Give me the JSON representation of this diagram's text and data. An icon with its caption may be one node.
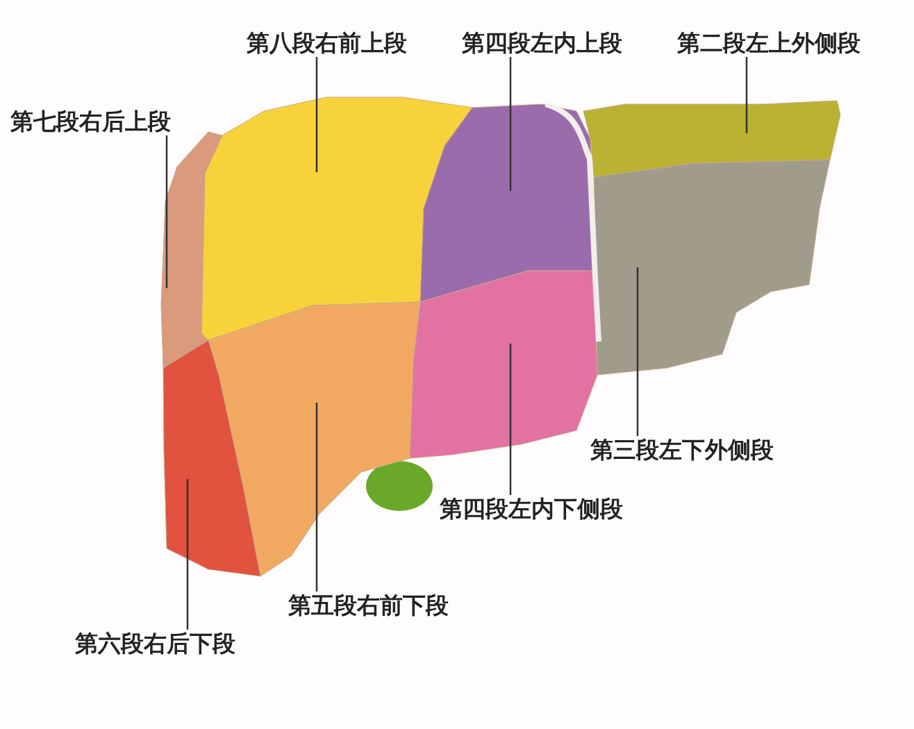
{
  "diagram": {
    "nodes": [
      {
        "text": [
          "第八段右前上段"
        ]
      },
      {
        "text": [
          "第四段左内上段"
        ]
      },
      {
        "text": [
          "第二段左上外侧段"
        ]
      },
      {
        "text": [
          "第七段右后上段"
        ]
      },
      {
        "text": [
          "第三段左下外侧段"
        ]
      },
      {
        "text": [
          "第四段左内下侧段"
        ]
      },
      {
        "text": [
          "第五段右前下段"
        ]
      },
      {
        "text": [
          "第六段右后下段"
        ]
      },
      {
        "text": [],
        "shape": "picture"
      },
      {
        "text": [],
        "shape": "picture"
      },
      {
        "text": [],
        "shape": "picture"
      },
      {
        "text": [],
        "shape": "picture"
      },
      {
        "text": [],
        "shape": "picture"
      },
      {
        "text": [],
        "shape": "picture"
      },
      {
        "text": [],
        "shape": "picture"
      },
      {
        "text": [],
        "shape": "picture"
      }
    ],
    "edges": [
      {
        "from": 0,
        "to": 8,
        "arrow": "none"
      },
      {
        "from": 1,
        "to": 9,
        "arrow": "none"
      },
      {
        "from": 2,
        "to": 10,
        "arrow": "none"
      },
      {
        "from": 3,
        "to": 11,
        "arrow": "none"
      },
      {
        "from": 4,
        "to": 12,
        "arrow": "none"
      },
      {
        "from": 5,
        "to": 13,
        "arrow": "none"
      },
      {
        "from": 6,
        "to": 14,
        "arrow": "none"
      },
      {
        "from": 7,
        "to": 15,
        "arrow": "none"
      }
    ]
  }
}
